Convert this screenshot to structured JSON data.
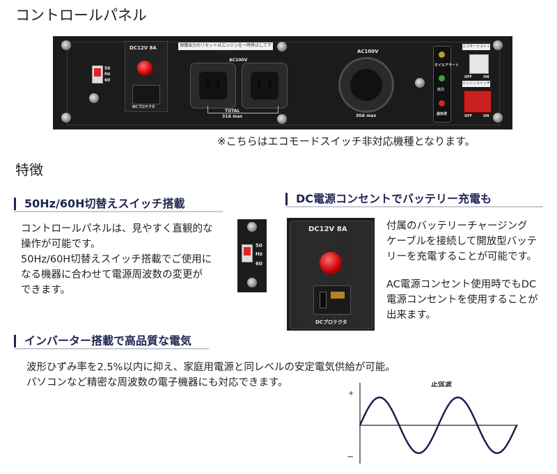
{
  "page": {
    "title": "コントロールパネル",
    "note": "※こちらはエコモードスイッチ非対応機種となります。",
    "features_heading": "特徴"
  },
  "panel_photo": {
    "dc_label": "DC12V 8A",
    "freq_labels": [
      "50",
      "Hz",
      "60"
    ],
    "dc_protector": "DCプロテクタ",
    "sticker_text": "保護出力のリセットはエンジンを一時停止して下さい",
    "ac100v_left": "AC100V",
    "total_label": "TOTAL",
    "total_value": "31A max",
    "ac100v_right": "AC100V",
    "twist_max": "30A max",
    "indicator_oil": "オイルアラート",
    "indicator_output": "出力",
    "indicator_overload": "過負荷",
    "switch_label_top": "エコモードスイッチ",
    "switch_label_bottom": "エンジンスイッチ",
    "off_label": "OFF",
    "on_label": "ON"
  },
  "section1": {
    "heading": "50Hz/60H切替えスイッチ搭載",
    "text": "コントロールパネルは、見やすく直観的な\n操作が可能です。\n50Hz/60H切替えスイッチ搭載でご使用に\nなる機器に合わせて電源周波数の変更が\nできます。",
    "photo_labels": [
      "50",
      "Hz",
      "60"
    ]
  },
  "section2": {
    "heading": "DC電源コンセントでバッテリー充電も",
    "text1": "付属のバッテリーチャージング\nケーブルを接続して開放型バッテ\nリーを充電することが可能です。",
    "text2": "AC電源コンセント使用時でもDC\n電源コンセントを使用することが\n出来ます。",
    "photo_dc_label": "DC12V 8A",
    "photo_protector": "DCプロテクタ"
  },
  "section3": {
    "heading": "インバーター搭載で高品質な電気",
    "text": "波形ひずみ率を2.5%以内に抑え、家庭用電源と同レベルの安定電気供給が可能。\nパソコンなど精密な周波数の電子機器にも対応できます。"
  },
  "sine_chart": {
    "title": "正弦波",
    "plus_label": "+",
    "minus_label": "−",
    "cycles": 2,
    "wave_color": "#1a1f4d"
  }
}
